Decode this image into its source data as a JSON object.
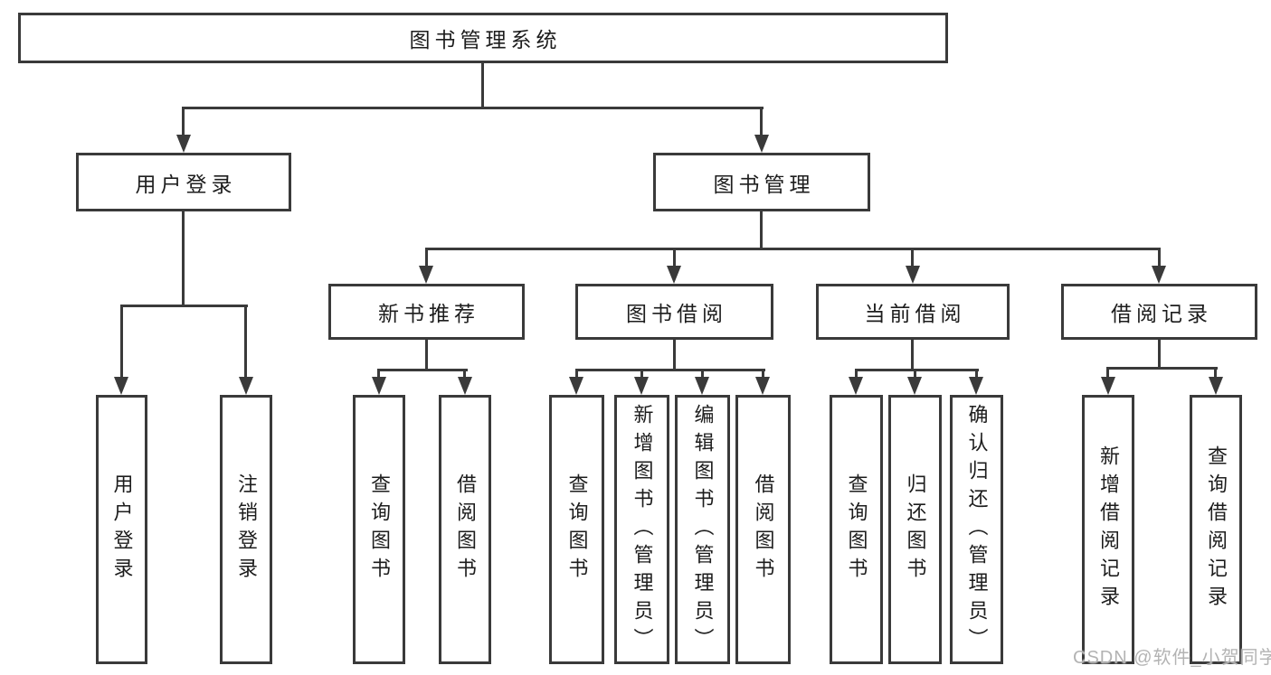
{
  "title": "图书管理系统",
  "watermark": {
    "text": "CSDN @软件_小贺同学"
  },
  "colors": {
    "line": "#3a3a3a",
    "text": "#1d1d1d",
    "background": "#ffffff",
    "watermark": "#b3b3b3"
  },
  "tree": {
    "root": "图书管理系统",
    "branches": [
      {
        "label": "用户登录",
        "children": [
          "用户登录",
          "注销登录"
        ]
      },
      {
        "label": "图书管理",
        "children": [
          {
            "label": "新书推荐",
            "children": [
              "查询图书",
              "借阅图书"
            ]
          },
          {
            "label": "图书借阅",
            "children": [
              "查询图书",
              "新增图书（管理员）",
              "编辑图书（管理员）",
              "借阅图书"
            ]
          },
          {
            "label": "当前借阅",
            "children": [
              "查询图书",
              "归还图书",
              "确认归还（管理员）"
            ]
          },
          {
            "label": "借阅记录",
            "children": [
              "新增借阅记录",
              "查询借阅记录"
            ]
          }
        ]
      }
    ]
  }
}
